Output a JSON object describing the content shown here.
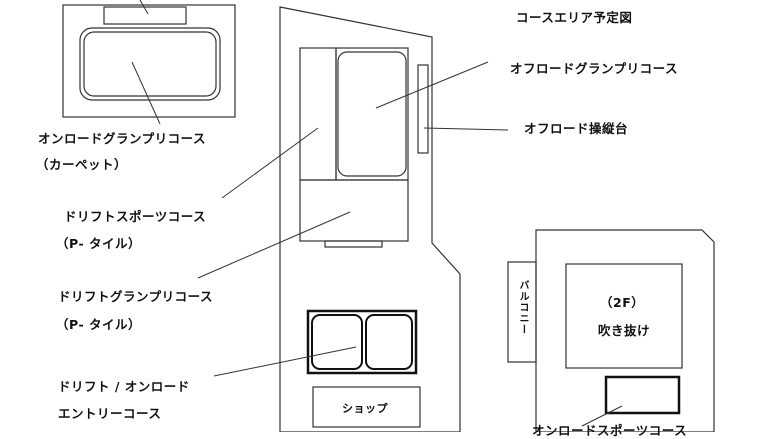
{
  "title": "コースエリア予定図",
  "labels": {
    "offroad_gp": "オフロードグランプリコース",
    "offroad_stand": "オフロード操縦台",
    "onroad_gp_line1": "オンロードグランプリコース",
    "onroad_gp_line2": "（カーペット）",
    "drift_sports_line1": "ドリフトスポーツコース",
    "drift_sports_line2": "（P- タイル）",
    "drift_gp_line1": "ドリフトグランプリコース",
    "drift_gp_line2": "（P- タイル）",
    "entry_line1": "ドリフト / オンロード",
    "entry_line2": "エントリーコース",
    "shop": "ショップ",
    "floor_2f": "（2F）",
    "atrium": "吹き抜け",
    "balcony": "バルコニー",
    "onroad_sports": "オンロードスポーツコース"
  },
  "colors": {
    "line": "#333333",
    "text": "#111111",
    "background": "#ffffff"
  }
}
